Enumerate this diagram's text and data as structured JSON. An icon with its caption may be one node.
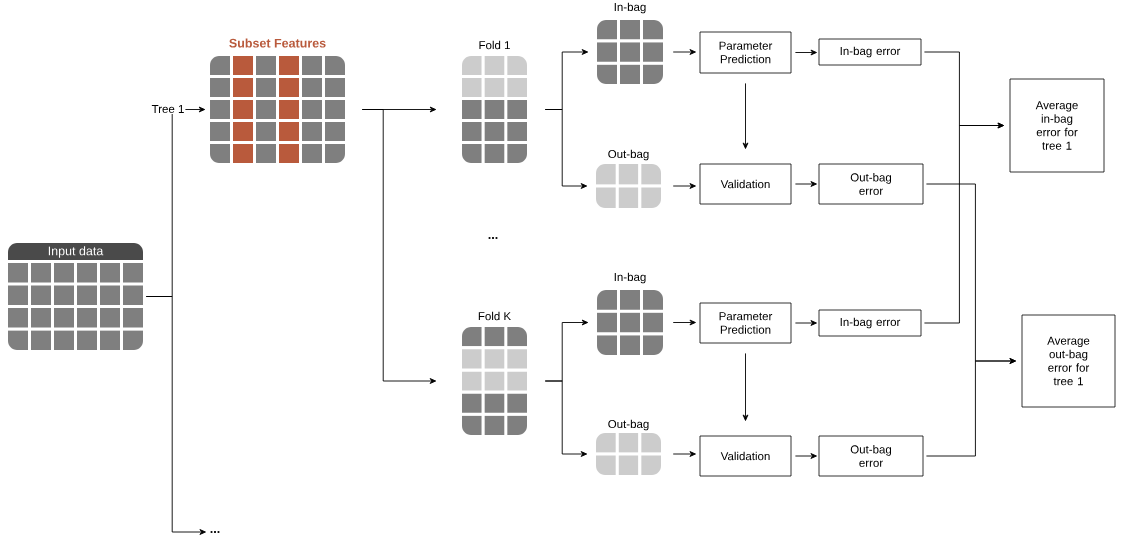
{
  "diagram": {
    "nodes": [
      {
        "text": [
          "Input data"
        ]
      },
      {
        "text": [
          "Subset Features"
        ]
      },
      {
        "text": [
          "..."
        ]
      },
      {
        "text": [
          "Fold 1"
        ]
      },
      {
        "text": [
          "Fold K"
        ]
      },
      {
        "text": [
          "In-bag"
        ]
      },
      {
        "text": [
          "Out-bag"
        ]
      },
      {
        "text": [
          "Parameter Prediction"
        ]
      },
      {
        "text": [
          "Validation"
        ]
      },
      {
        "text": [
          "In-bag error"
        ]
      },
      {
        "text": [
          "Out-bag error"
        ]
      },
      {
        "text": [
          "Average in-bag error for tree 1"
        ]
      },
      {
        "text": [
          "In-bag"
        ]
      },
      {
        "text": [
          "Out-bag"
        ]
      },
      {
        "text": [
          "Parameter Prediction"
        ]
      },
      {
        "text": [
          "Validation"
        ]
      },
      {
        "text": [
          "In-bag error"
        ]
      },
      {
        "text": [
          "Out-bag error"
        ]
      },
      {
        "text": [
          "Average out-bag error for tree 1"
        ]
      }
    ],
    "edges": [
      {
        "from": 0,
        "to": 1,
        "arrow": "to",
        "label": "Tree 1"
      },
      {
        "from": 0,
        "to": 2,
        "arrow": "to"
      },
      {
        "from": 1,
        "to": 3,
        "arrow": "to"
      },
      {
        "from": 1,
        "to": 4,
        "arrow": "to"
      },
      {
        "from": 3,
        "to": 5,
        "arrow": "to"
      },
      {
        "from": 3,
        "to": 6,
        "arrow": "to"
      },
      {
        "from": 5,
        "to": 7,
        "arrow": "to"
      },
      {
        "from": 6,
        "to": 8,
        "arrow": "to"
      },
      {
        "from": 7,
        "to": 8,
        "arrow": "to"
      },
      {
        "from": 7,
        "to": 9,
        "arrow": "to"
      },
      {
        "from": 8,
        "to": 10,
        "arrow": "to"
      },
      {
        "from": 9,
        "to": 11,
        "arrow": "to"
      },
      {
        "from": 16,
        "to": 11,
        "arrow": "to"
      },
      {
        "from": 10,
        "to": 18,
        "arrow": "to"
      },
      {
        "from": 17,
        "to": 18,
        "arrow": "to"
      },
      {
        "from": 4,
        "to": 12,
        "arrow": "to"
      },
      {
        "from": 4,
        "to": 13,
        "arrow": "to"
      },
      {
        "from": 12,
        "to": 14,
        "arrow": "to"
      },
      {
        "from": 13,
        "to": 15,
        "arrow": "to"
      },
      {
        "from": 14,
        "to": 15,
        "arrow": "to"
      },
      {
        "from": 14,
        "to": 16,
        "arrow": "to"
      },
      {
        "from": 15,
        "to": 17,
        "arrow": "to"
      }
    ],
    "labels": [
      "..."
    ]
  }
}
